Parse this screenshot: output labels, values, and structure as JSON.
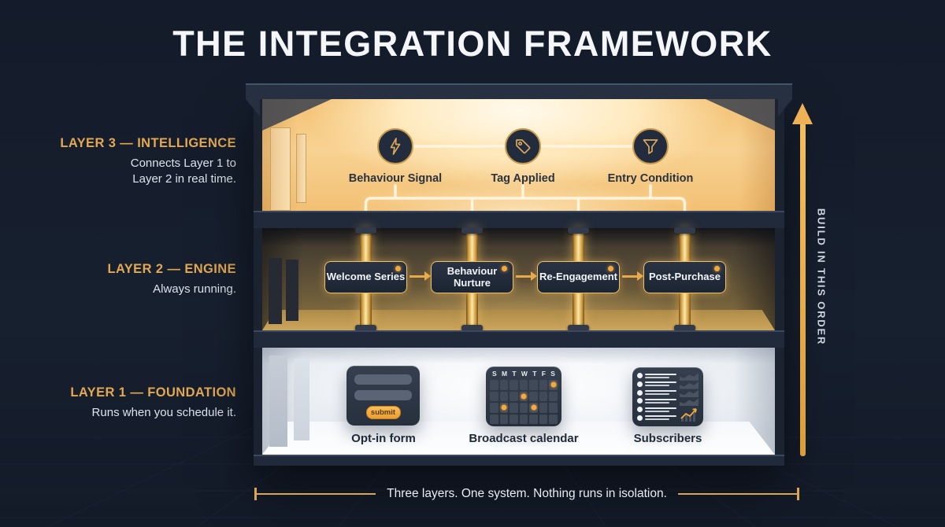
{
  "title": "THE INTEGRATION FRAMEWORK",
  "side_labels": [
    {
      "heading": "LAYER 3 — INTELLIGENCE",
      "body": "Connects Layer 1 to\nLayer 2 in real time."
    },
    {
      "heading": "LAYER 2 — ENGINE",
      "body": "Always running."
    },
    {
      "heading": "LAYER 1 — FOUNDATION",
      "body": "Runs when you schedule it."
    }
  ],
  "floor3": {
    "nodes": [
      {
        "icon": "lightning-icon",
        "label": "Behaviour Signal"
      },
      {
        "icon": "tag-icon",
        "label": "Tag Applied"
      },
      {
        "icon": "funnel-icon",
        "label": "Entry Condition"
      }
    ]
  },
  "floor2": {
    "boxes": [
      "Welcome Series",
      "Behaviour Nurture",
      "Re-Engagement",
      "Post-Purchase"
    ]
  },
  "floor1": {
    "cards": [
      {
        "type": "opt-in-form",
        "label": "Opt-in form",
        "button": "submit"
      },
      {
        "type": "broadcast-calendar",
        "label": "Broadcast calendar",
        "days": [
          "S",
          "M",
          "T",
          "W",
          "T",
          "F",
          "S"
        ],
        "dot_cells": [
          6,
          10,
          15,
          18
        ],
        "total_cells": 28
      },
      {
        "type": "subscribers",
        "label": "Subscribers",
        "rows": 6
      }
    ]
  },
  "right_rail": {
    "label": "BUILD IN THIS ORDER"
  },
  "footer": {
    "caption": "Three layers. One system. Nothing runs in isolation."
  },
  "colors": {
    "background": "#151c2b",
    "accent_gold": "#e6a94e",
    "glow_line": "#fff3dc",
    "title_text": "#f4f6f9",
    "layer_heading": "#e2a852",
    "body_text": "#dce3ed",
    "intelligence_room": "#f8d092",
    "engine_room": "#5a4c31",
    "engine_floor": "#cda55c",
    "foundation_room": "#eef1f5",
    "card_dark": "#2b3440",
    "box_border": "#eec06a",
    "dot_orange": "#f3a940"
  }
}
